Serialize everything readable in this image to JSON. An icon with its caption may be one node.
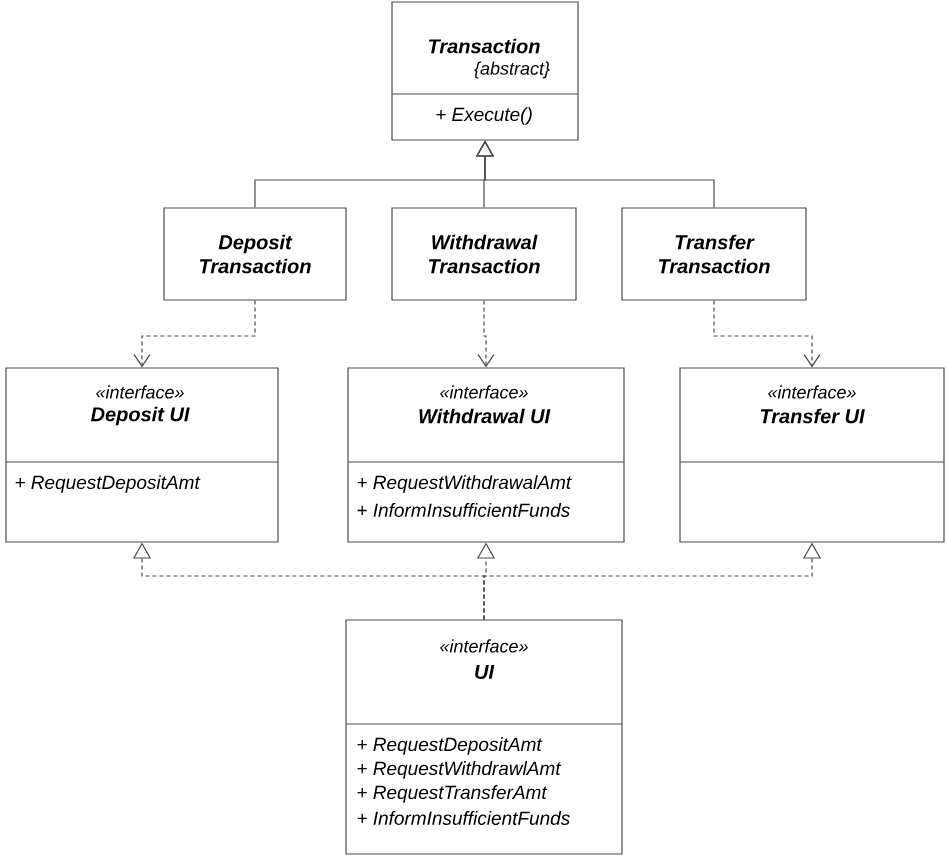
{
  "diagram": {
    "nodes": [
      {
        "text": [
          "Transaction",
          "{abstract}",
          "+ Execute()"
        ]
      },
      {
        "text": [
          "Deposit Transaction"
        ]
      },
      {
        "text": [
          "Withdrawal Transaction"
        ]
      },
      {
        "text": [
          "Transfer Transaction"
        ]
      },
      {
        "text": [
          "«interface»",
          "Deposit UI",
          "+ RequestDepositAmt"
        ]
      },
      {
        "text": [
          "«interface»",
          "Withdrawal UI",
          "+ RequestWithdrawalAmt",
          "+ InformInsufficientFunds"
        ]
      },
      {
        "text": [
          "«interface»",
          "Transfer UI"
        ]
      },
      {
        "text": [
          "«interface»",
          "UI",
          "+ RequestDepositAmt",
          "+ RequestWithdrawlAmt",
          "+ RequestTransferAmt",
          "+ InformInsufficientFunds"
        ]
      }
    ],
    "edges": [
      {
        "from": 1,
        "to": 0,
        "arrow": "to"
      },
      {
        "from": 2,
        "to": 0,
        "arrow": "to"
      },
      {
        "from": 3,
        "to": 0,
        "arrow": "to"
      },
      {
        "from": 1,
        "to": 4,
        "arrow": "to",
        "style": "dashed"
      },
      {
        "from": 2,
        "to": 5,
        "arrow": "to",
        "style": "dashed"
      },
      {
        "from": 3,
        "to": 6,
        "arrow": "to",
        "style": "dashed"
      },
      {
        "from": 7,
        "to": 4,
        "arrow": "to",
        "style": "dashed"
      },
      {
        "from": 7,
        "to": 5,
        "arrow": "to",
        "style": "dashed"
      },
      {
        "from": 7,
        "to": 6,
        "arrow": "to",
        "style": "dashed"
      }
    ]
  }
}
